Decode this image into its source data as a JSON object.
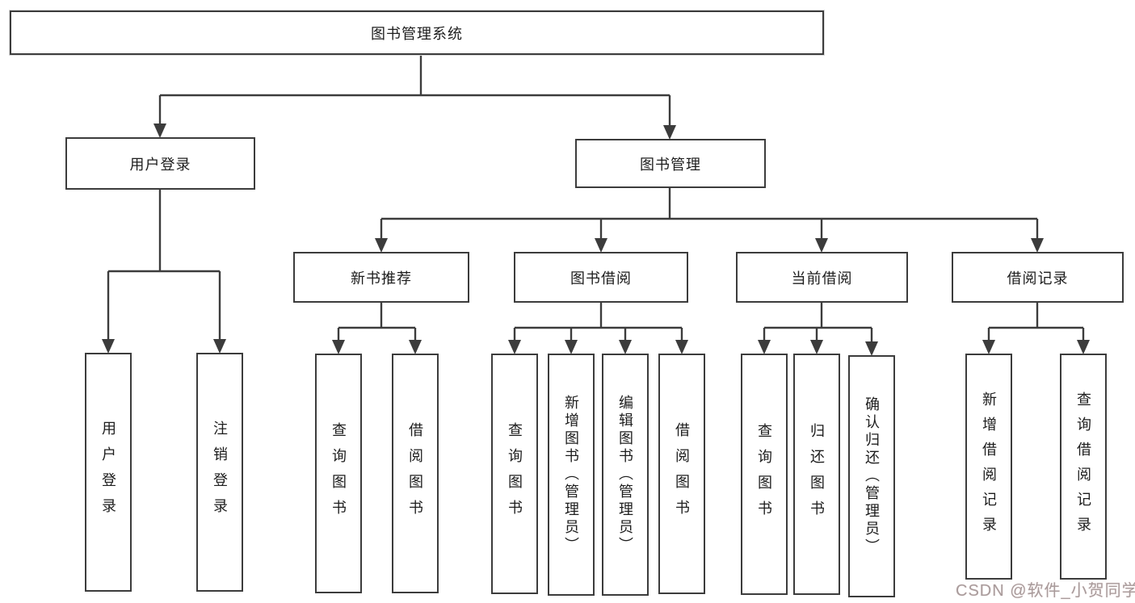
{
  "diagram_title": "图书管理系统",
  "tree": {
    "root": {
      "label": "图书管理系统",
      "children": [
        {
          "label": "用户登录",
          "children": [
            {
              "label": "用户登录"
            },
            {
              "label": "注销登录"
            }
          ]
        },
        {
          "label": "图书管理",
          "children": [
            {
              "label": "新书推荐",
              "children": [
                {
                  "label": "查询图书"
                },
                {
                  "label": "借阅图书"
                }
              ]
            },
            {
              "label": "图书借阅",
              "children": [
                {
                  "label": "查询图书"
                },
                {
                  "label": "新增图书（管理员）"
                },
                {
                  "label": "编辑图书（管理员）"
                },
                {
                  "label": "借阅图书"
                }
              ]
            },
            {
              "label": "当前借阅",
              "children": [
                {
                  "label": "查询图书"
                },
                {
                  "label": "归还图书"
                },
                {
                  "label": "确认归还（管理员）"
                }
              ]
            },
            {
              "label": "借阅记录",
              "children": [
                {
                  "label": "新增借阅记录"
                },
                {
                  "label": "查询借阅记录"
                }
              ]
            }
          ]
        }
      ]
    }
  },
  "watermark": "CSDN @软件_小贺同学",
  "colors": {
    "line": "#3c3c3c",
    "box_border": "#3c3c3c",
    "text": "#1d1d1d",
    "background": "#ffffff",
    "watermark": "#a89c9c"
  }
}
